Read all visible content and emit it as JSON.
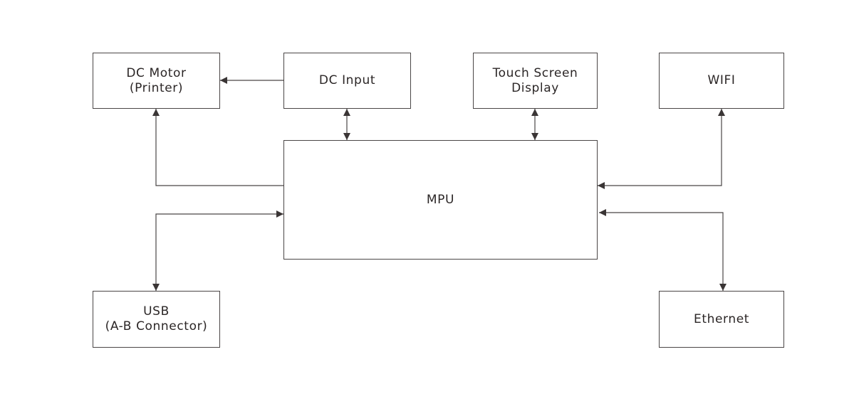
{
  "diagram": {
    "type": "block-diagram",
    "blocks": [
      {
        "id": "dc_motor",
        "label": "DC Motor\n(Printer)"
      },
      {
        "id": "dc_input",
        "label": "DC Input"
      },
      {
        "id": "touch_screen",
        "label": "Touch Screen\nDisplay"
      },
      {
        "id": "wifi",
        "label": "WIFI"
      },
      {
        "id": "mpu",
        "label": "MPU"
      },
      {
        "id": "usb",
        "label": "USB\n(A-B Connector)"
      },
      {
        "id": "ethernet",
        "label": "Ethernet"
      }
    ],
    "connections": [
      {
        "from": "dc_input",
        "to": "dc_motor",
        "direction": "one-way"
      },
      {
        "from": "mpu",
        "to": "dc_motor",
        "direction": "one-way"
      },
      {
        "from": "dc_input",
        "to": "mpu",
        "direction": "bidirectional"
      },
      {
        "from": "touch_screen",
        "to": "mpu",
        "direction": "bidirectional"
      },
      {
        "from": "wifi",
        "to": "mpu",
        "direction": "bidirectional"
      },
      {
        "from": "usb",
        "to": "mpu",
        "direction": "bidirectional"
      },
      {
        "from": "ethernet",
        "to": "mpu",
        "direction": "bidirectional"
      }
    ],
    "colors": {
      "line": "#3a3535",
      "text": "#2b2626",
      "background": "#ffffff"
    }
  }
}
